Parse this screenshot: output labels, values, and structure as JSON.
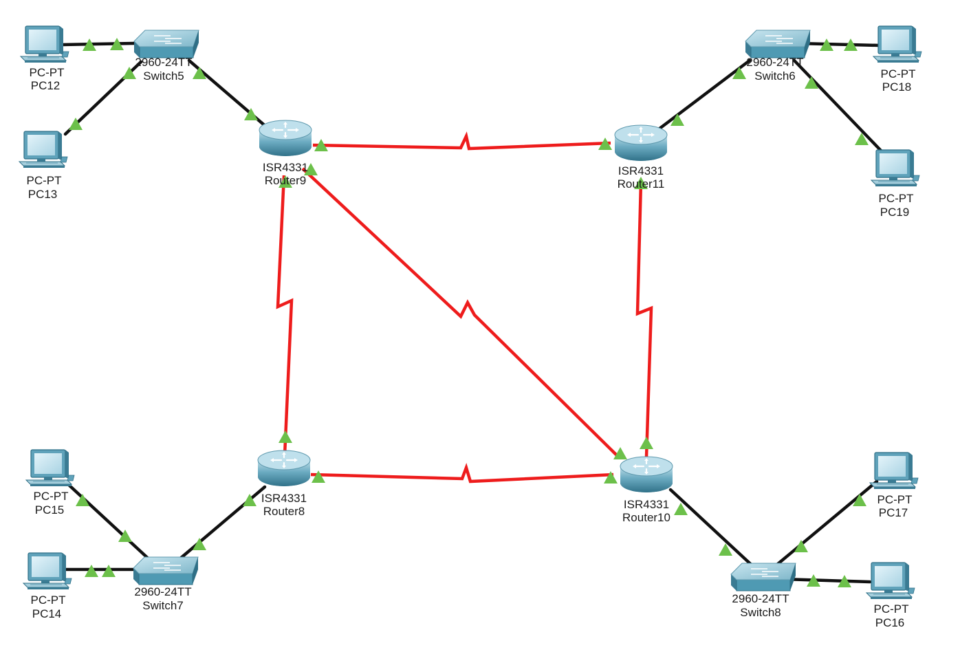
{
  "topology": {
    "routers": [
      {
        "id": "router9",
        "model": "ISR4331",
        "name": "Router9"
      },
      {
        "id": "router11",
        "model": "ISR4331",
        "name": "Router11"
      },
      {
        "id": "router8",
        "model": "ISR4331",
        "name": "Router8"
      },
      {
        "id": "router10",
        "model": "ISR4331",
        "name": "Router10"
      }
    ],
    "switches": [
      {
        "id": "switch5",
        "model": "2960-24TT",
        "name": "Switch5"
      },
      {
        "id": "switch6",
        "model": "2960-24TT",
        "name": "Switch6"
      },
      {
        "id": "switch7",
        "model": "2960-24TT",
        "name": "Switch7"
      },
      {
        "id": "switch8",
        "model": "2960-24TT",
        "name": "Switch8"
      }
    ],
    "pcs": [
      {
        "id": "pc12",
        "model": "PC-PT",
        "name": "PC12"
      },
      {
        "id": "pc13",
        "model": "PC-PT",
        "name": "PC13"
      },
      {
        "id": "pc18",
        "model": "PC-PT",
        "name": "PC18"
      },
      {
        "id": "pc19",
        "model": "PC-PT",
        "name": "PC19"
      },
      {
        "id": "pc15",
        "model": "PC-PT",
        "name": "PC15"
      },
      {
        "id": "pc14",
        "model": "PC-PT",
        "name": "PC14"
      },
      {
        "id": "pc17",
        "model": "PC-PT",
        "name": "PC17"
      },
      {
        "id": "pc16",
        "model": "PC-PT",
        "name": "PC16"
      }
    ],
    "links": [
      {
        "from": "router9",
        "to": "router11",
        "type": "serial"
      },
      {
        "from": "router9",
        "to": "router8",
        "type": "serial"
      },
      {
        "from": "router9",
        "to": "router10",
        "type": "serial"
      },
      {
        "from": "router11",
        "to": "router10",
        "type": "serial"
      },
      {
        "from": "router8",
        "to": "router10",
        "type": "serial"
      },
      {
        "from": "switch5",
        "to": "pc12",
        "type": "copper"
      },
      {
        "from": "switch5",
        "to": "pc13",
        "type": "copper"
      },
      {
        "from": "switch5",
        "to": "router9",
        "type": "copper"
      },
      {
        "from": "switch6",
        "to": "pc18",
        "type": "copper"
      },
      {
        "from": "switch6",
        "to": "pc19",
        "type": "copper"
      },
      {
        "from": "switch6",
        "to": "router11",
        "type": "copper"
      },
      {
        "from": "switch7",
        "to": "pc15",
        "type": "copper"
      },
      {
        "from": "switch7",
        "to": "pc14",
        "type": "copper"
      },
      {
        "from": "switch7",
        "to": "router8",
        "type": "copper"
      },
      {
        "from": "switch8",
        "to": "pc17",
        "type": "copper"
      },
      {
        "from": "switch8",
        "to": "pc16",
        "type": "copper"
      },
      {
        "from": "switch8",
        "to": "router10",
        "type": "copper"
      }
    ]
  },
  "colors": {
    "serial": "#ee1c1c",
    "copper": "#111111",
    "link_up": "#6cc04a",
    "device_body": "#4f9ab3"
  }
}
